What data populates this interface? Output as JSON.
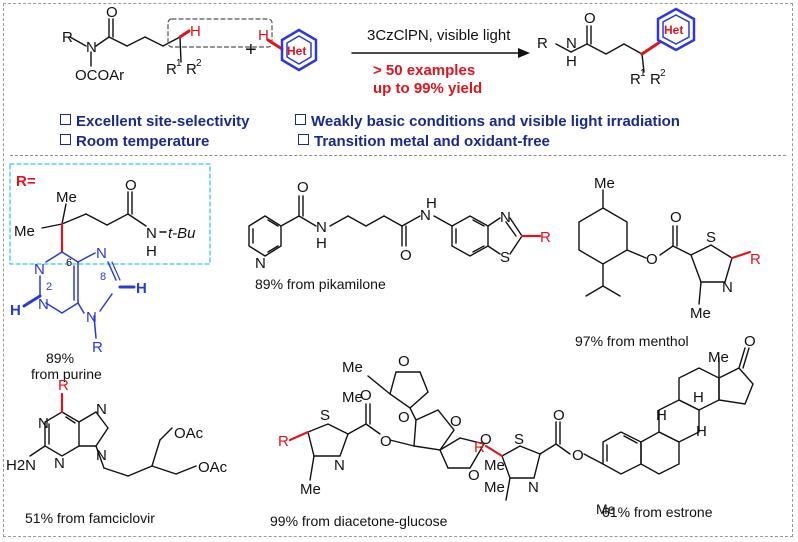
{
  "scheme": {
    "reagent_label": "3CzClPN, visible light",
    "highlight_lines": [
      "> 50 examples",
      "up to 99% yield"
    ],
    "het_label": "Het",
    "product_het_label": "Het",
    "h_label_left": "H",
    "h_label_right": "H",
    "plus": "+",
    "atoms": {
      "R": "R",
      "N": "N",
      "O": "O",
      "OCOAr": "OCOAr",
      "R1": "R",
      "R1_sup": "1",
      "R2": "R",
      "R2_sup": "2",
      "H": "H"
    }
  },
  "features": [
    "Excellent site-selectivity",
    "Weakly basic conditions and visible light irradiation",
    "Room temperature",
    "Transition metal and oxidant-free"
  ],
  "r_group": {
    "label": "R=",
    "atoms": {
      "Me": "Me",
      "tBu": "t-Bu",
      "N": "N",
      "H": "H",
      "O": "O",
      "R": "R",
      "pos6": "6",
      "pos2": "2",
      "pos8": "8"
    }
  },
  "examples": [
    {
      "text": "89%\nfrom purine"
    },
    {
      "text": "89%  from pikamilone"
    },
    {
      "text": "97%  from menthol"
    },
    {
      "text": "51%  from famciclovir"
    },
    {
      "text": "99% from diacetone-glucose"
    },
    {
      "text": "61% from estrone"
    }
  ],
  "labels": {
    "purine_yield": "89%",
    "purine_source": "from purine",
    "pikamilone": "89%  from pikamilone",
    "menthol": "97%  from menthol",
    "famciclovir": "51%  from famciclovir",
    "glucose": "99% from diacetone-glucose",
    "estrone": "61% from estrone"
  },
  "atoms": {
    "N": "N",
    "O": "O",
    "S": "S",
    "H": "H",
    "R": "R",
    "Me": "Me",
    "OAc": "OAc",
    "H2N": "H2N"
  },
  "colors": {
    "accent_blue": "#1a2a8c",
    "highlight_red": "#e0141e",
    "het_blue": "#2a3ad8",
    "cyan_box": "#38c8e0"
  }
}
